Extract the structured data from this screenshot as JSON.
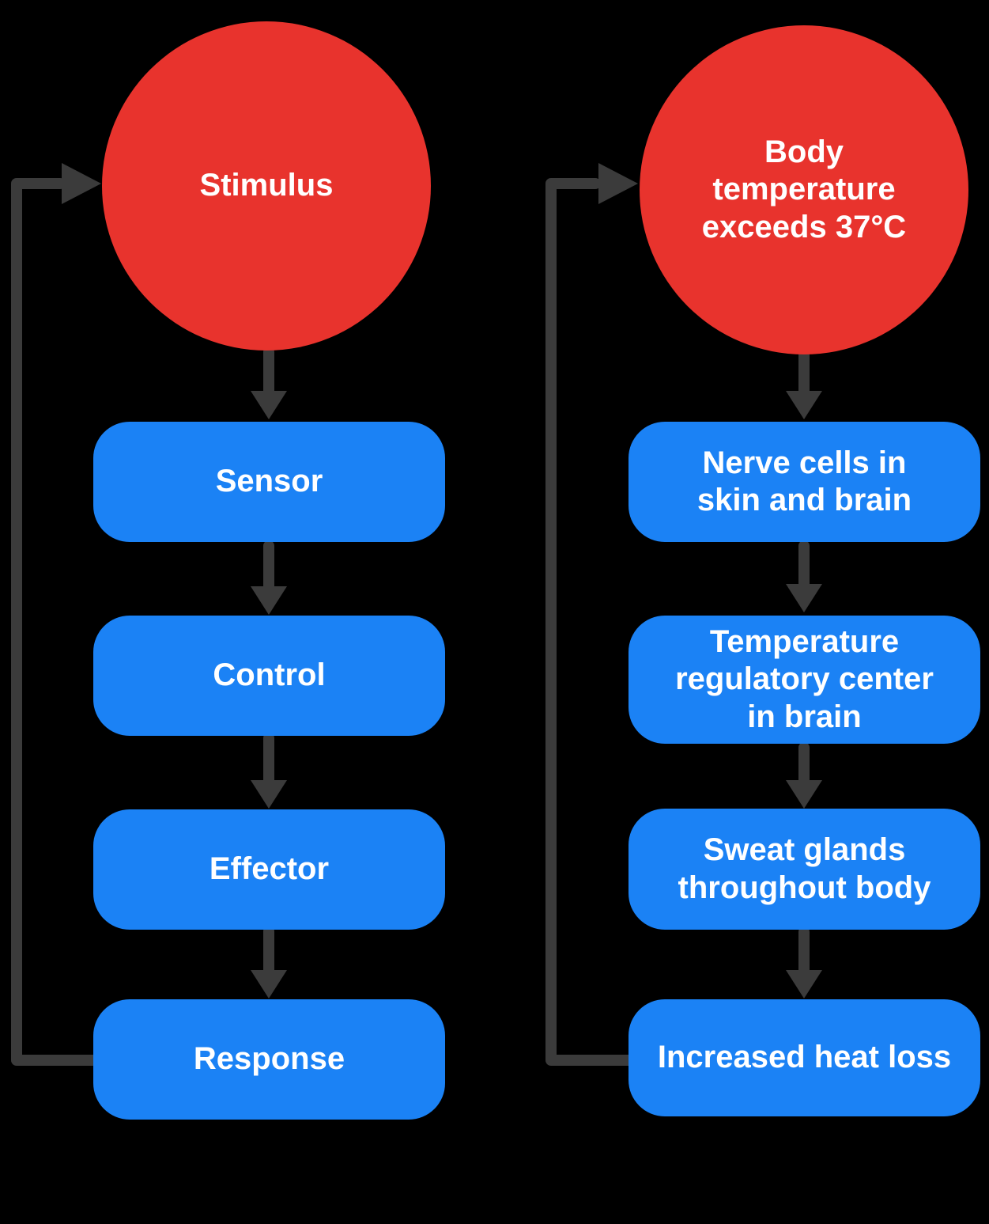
{
  "colors": {
    "bg": "#000000",
    "red": "#E8332D",
    "blue": "#1B82F5",
    "arrow": "#3B3B3B",
    "text": "#FFFFFF"
  },
  "diagram": {
    "generic_loop": {
      "stimulus": "Stimulus",
      "sensor": "Sensor",
      "control": "Control",
      "effector": "Effector",
      "response": "Response"
    },
    "example_loop": {
      "stimulus": "Body\ntemperature\nexceeds 37°C",
      "sensor": "Nerve cells in\nskin and brain",
      "control": "Temperature\nregulatory center\nin brain",
      "effector": "Sweat glands\nthroughout body",
      "response": "Increased heat loss"
    }
  }
}
